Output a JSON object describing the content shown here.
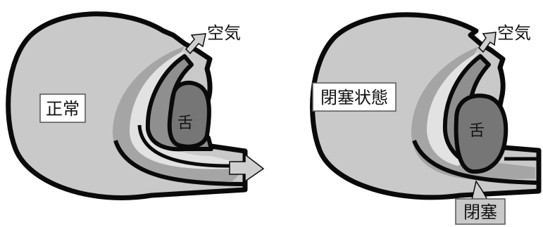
{
  "panels": [
    {
      "state_label": "正常",
      "air_label": "空気",
      "tongue_label": "舌"
    },
    {
      "state_label": "閉塞状態",
      "air_label": "空気",
      "tongue_label": "舌",
      "obstruction_label": "閉塞"
    }
  ],
  "colors": {
    "head": "#c9c9c9",
    "throat_outer": "#a5a5a5",
    "throat_light": "#e2e2e2",
    "tissue": "#8f8f8f",
    "tongue": "#767676",
    "outline": "#0a0a0a",
    "arrow": "#cfcfcf"
  }
}
